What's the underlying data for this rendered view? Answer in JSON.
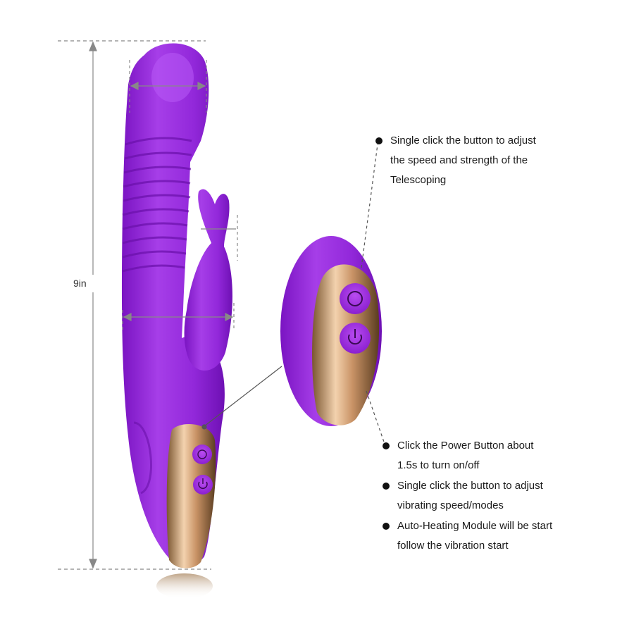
{
  "dimensions": {
    "height": "9in"
  },
  "annotations": [
    {
      "lines": [
        "Single click the button to adjust",
        "the speed and strength of the",
        "Telescoping"
      ]
    },
    {
      "lines": [
        "Click the Power Button about",
        "1.5s to turn on/off"
      ]
    },
    {
      "lines": [
        "Single click the button to adjust",
        "vibrating speed/modes"
      ]
    },
    {
      "lines": [
        "Auto-Heating Module will be start",
        "follow the vibration start"
      ]
    }
  ],
  "colors": {
    "body": "#8e1fd6",
    "body_light": "#b04cf0",
    "gold": "#c99a6a",
    "guide": "#888888"
  }
}
